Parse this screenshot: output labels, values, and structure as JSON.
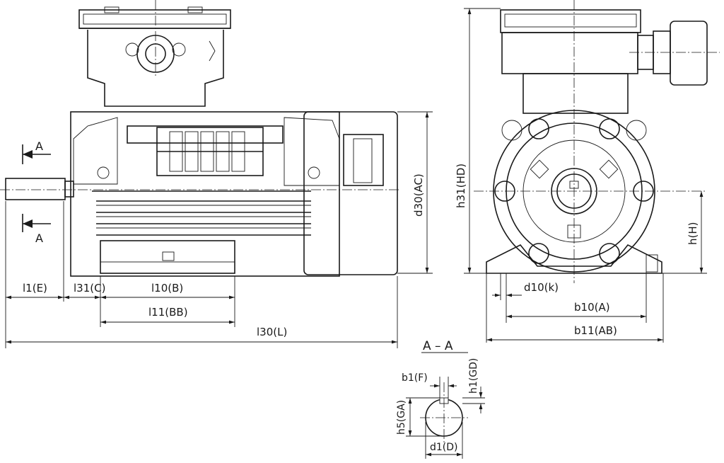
{
  "labels": {
    "l1": "l1(E)",
    "l31": "l31(C)",
    "l10": "l10(B)",
    "l11": "l11(BB)",
    "l30": "l30(L)",
    "d30": "d30(AC)",
    "h31": "h31(HD)",
    "h": "h(H)",
    "d10": "d10(k)",
    "b10": "b10(A)",
    "b11": "b11(AB)",
    "section_top": "A",
    "section_bottom": "A",
    "section_title": "A – A",
    "b1": "b1(F)",
    "h1": "h1(GD)",
    "h5": "h5(GA)",
    "d1": "d1(D)"
  }
}
